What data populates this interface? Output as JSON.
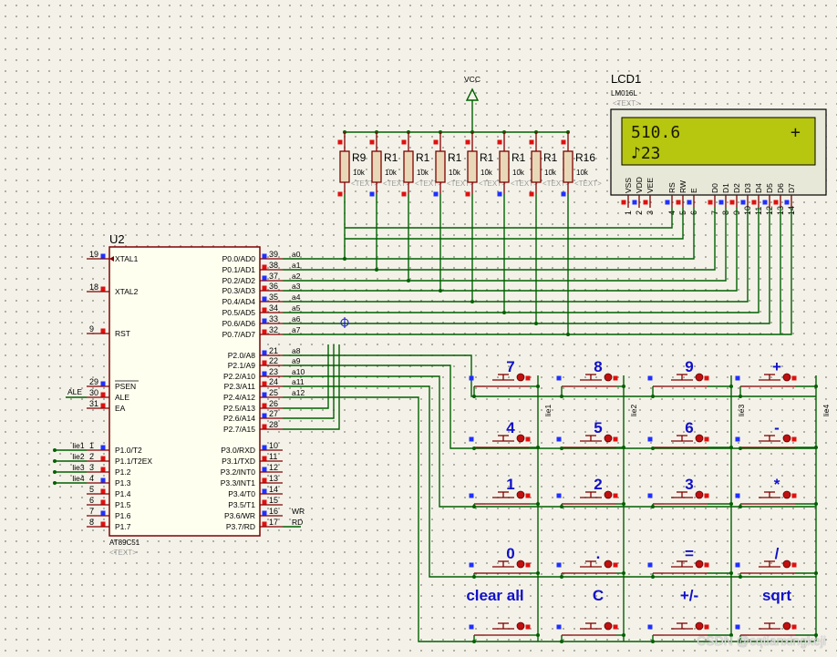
{
  "lcd": {
    "ref": "LCD1",
    "model": "LM016L",
    "text_tag": "<TEXT>",
    "line1_left": "510.6",
    "line1_right": "+",
    "line2": "♪23",
    "pins": [
      "VSS",
      "VDD",
      "VEE",
      "RS",
      "RW",
      "E",
      "D0",
      "D1",
      "D2",
      "D3",
      "D4",
      "D5",
      "D6",
      "D7"
    ],
    "pin_numbers": [
      "1",
      "2",
      "3",
      "4",
      "5",
      "6",
      "7",
      "8",
      "9",
      "10",
      "11",
      "12",
      "13",
      "14"
    ],
    "screen_color": "#b7c60f"
  },
  "vcc_label": "VCC",
  "resistors": [
    {
      "ref": "R9",
      "value": "10k"
    },
    {
      "ref": "R1",
      "value": "10k"
    },
    {
      "ref": "R1",
      "value": "10k"
    },
    {
      "ref": "R1",
      "value": "10k"
    },
    {
      "ref": "R1",
      "value": "10k"
    },
    {
      "ref": "R1",
      "value": "10k"
    },
    {
      "ref": "R1",
      "value": "10k"
    },
    {
      "ref": "R16",
      "value": "10k"
    }
  ],
  "resistor_text_tag": "<TEXT>",
  "mcu": {
    "ref": "U2",
    "model": "AT89C51",
    "text_tag": "<TEXT>",
    "left_pins": [
      {
        "num": "19",
        "label": "XTAL1"
      },
      {
        "num": "18",
        "label": "XTAL2"
      },
      {
        "num": "9",
        "label": "RST"
      },
      {
        "num": "29",
        "label": "PSEN"
      },
      {
        "num": "30",
        "label": "ALE"
      },
      {
        "num": "31",
        "label": "EA"
      },
      {
        "num": "1",
        "label": "P1.0/T2"
      },
      {
        "num": "2",
        "label": "P1.1/T2EX"
      },
      {
        "num": "3",
        "label": "P1.2"
      },
      {
        "num": "4",
        "label": "P1.3"
      },
      {
        "num": "5",
        "label": "P1.4"
      },
      {
        "num": "6",
        "label": "P1.5"
      },
      {
        "num": "7",
        "label": "P1.6"
      },
      {
        "num": "8",
        "label": "P1.7"
      }
    ],
    "right_pins": [
      {
        "num": "39",
        "label": "P0.0/AD0",
        "net": "a0"
      },
      {
        "num": "38",
        "label": "P0.1/AD1",
        "net": "a1"
      },
      {
        "num": "37",
        "label": "P0.2/AD2",
        "net": "a2"
      },
      {
        "num": "36",
        "label": "P0.3/AD3",
        "net": "a3"
      },
      {
        "num": "35",
        "label": "P0.4/AD4",
        "net": "a4"
      },
      {
        "num": "34",
        "label": "P0.5/AD5",
        "net": "a5"
      },
      {
        "num": "33",
        "label": "P0.6/AD6",
        "net": "a6"
      },
      {
        "num": "32",
        "label": "P0.7/AD7",
        "net": "a7"
      },
      {
        "num": "21",
        "label": "P2.0/A8",
        "net": "a8"
      },
      {
        "num": "22",
        "label": "P2.1/A9",
        "net": "a9"
      },
      {
        "num": "23",
        "label": "P2.2/A10",
        "net": "a10"
      },
      {
        "num": "24",
        "label": "P2.3/A11",
        "net": "a11"
      },
      {
        "num": "25",
        "label": "P2.4/A12",
        "net": "a12"
      },
      {
        "num": "26",
        "label": "P2.5/A13",
        "net": ""
      },
      {
        "num": "27",
        "label": "P2.6/A14",
        "net": ""
      },
      {
        "num": "28",
        "label": "P2.7/A15",
        "net": ""
      },
      {
        "num": "10",
        "label": "P3.0/RXD",
        "net": ""
      },
      {
        "num": "11",
        "label": "P3.1/TXD",
        "net": ""
      },
      {
        "num": "12",
        "label": "P3.2/INT0",
        "net": ""
      },
      {
        "num": "13",
        "label": "P3.3/INT1",
        "net": ""
      },
      {
        "num": "14",
        "label": "P3.4/T0",
        "net": ""
      },
      {
        "num": "15",
        "label": "P3.5/T1",
        "net": ""
      },
      {
        "num": "16",
        "label": "P3.6/WR",
        "net": "WR"
      },
      {
        "num": "17",
        "label": "P3.7/RD",
        "net": "RD"
      }
    ],
    "ale_net": "ALE",
    "p1_nets": [
      "lie1",
      "lie2",
      "lie3",
      "lie4"
    ]
  },
  "column_nets": [
    "lie1",
    "lie2",
    "lie3",
    "lie4"
  ],
  "keys": [
    [
      "7",
      "8",
      "9",
      "+"
    ],
    [
      "4",
      "5",
      "6",
      "-"
    ],
    [
      "1",
      "2",
      "3",
      "*"
    ],
    [
      "0",
      ".",
      "=",
      "/"
    ],
    [
      "clear all",
      "C",
      "+/-",
      "sqrt"
    ]
  ],
  "watermark": "CSDN @cqtianxingkeji"
}
